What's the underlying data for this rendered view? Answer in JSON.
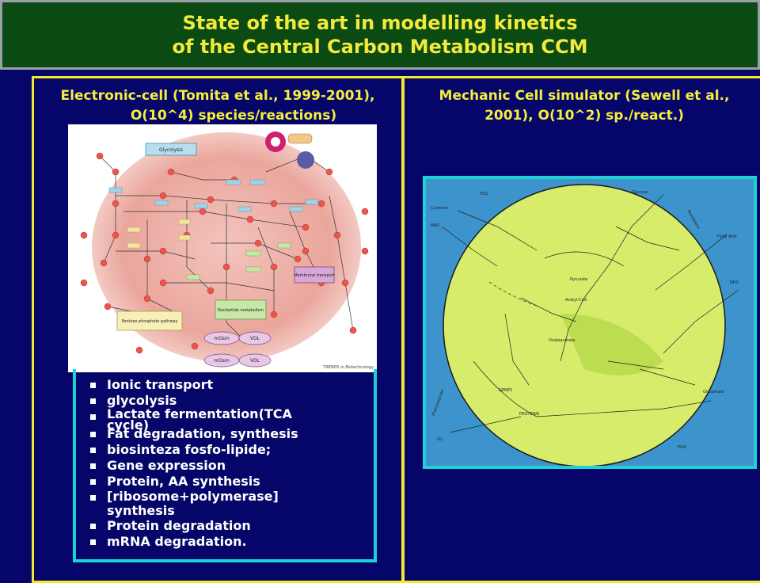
{
  "slide": {
    "title_line1": "State of the art in  modelling kinetics",
    "title_line2": "of the Central Carbon Metabolism CCM"
  },
  "left_panel": {
    "heading_line1": "Electronic-cell (Tomita et al., 1999-2001),",
    "heading_line2": "O(10^4) species/reactions)",
    "figure": {
      "labels": {
        "glycolysis": "Glycolysis",
        "membrane_transport": "Membrane transport",
        "nucleotide_metabolism": "Nucleotide metabolism",
        "pentose_phosphate": "Pentose phosphate pathway",
        "mOsm1": "mOsm",
        "vol1": "VOL",
        "mOsm2": "mOsm",
        "vol2": "VOL",
        "credit": "TRENDS in Biotechnology"
      }
    },
    "processes": [
      "Ionic transport",
      "glycolysis",
      "Lactate fermentation(TCA cycle)",
      "Fat degradation, synthesis",
      "biosinteza fosfo-lipide;",
      "Gene expression",
      "Protein, AA synthesis",
      "[ribosome+polymerase] synthesis",
      "Protein degradation",
      "mRNA degradation."
    ]
  },
  "right_panel": {
    "heading_line1": "Mechanic Cell simulator  (Sewell et al.,",
    "heading_line2": "2001), O(10^2) sp./react.)",
    "figure": {
      "labels": {
        "h2s": "H2S",
        "glucose": "Glucose",
        "cysteine": "Cysteine",
        "nad": "NAD",
        "fatty_acid": "Fatty Acid",
        "nh3": "NH3",
        "pyruvate": "Pyruvate",
        "acetyl_coa": "Acetyl-CoA",
        "oxaloacetate": "Oxaloacetate",
        "glutamate": "Glutamate",
        "genes": "GENES",
        "proteins": "PROTEINS",
        "phenylalanine": "Phenylalanine",
        "o2": "O2",
        "po4": "PO4",
        "membrane": "Membrane"
      }
    }
  }
}
